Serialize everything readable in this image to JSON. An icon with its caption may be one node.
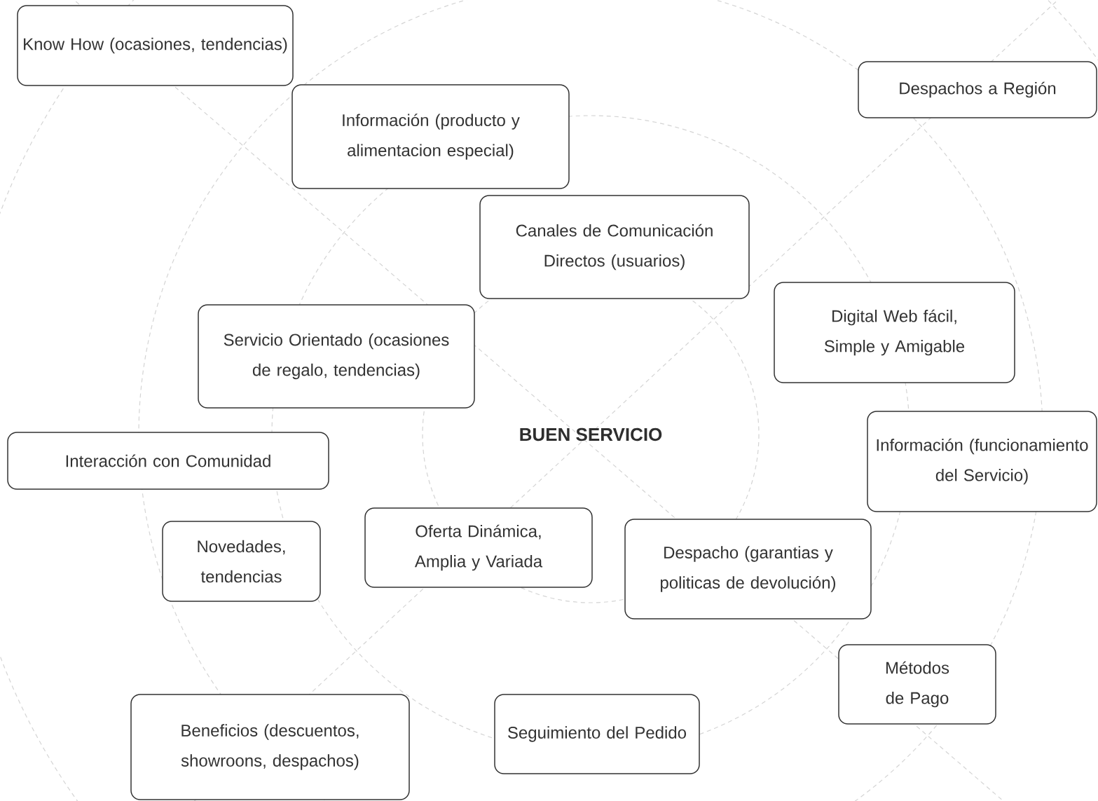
{
  "diagram": {
    "title": "BUEN SERVICIO",
    "nodes": [
      {
        "text": [
          "Know How (ocasiones, tendencias)"
        ]
      },
      {
        "text": [
          "Información (producto y alimentacion especial)"
        ]
      },
      {
        "text": [
          "Canales de Comunicación Directos (usuarios)"
        ]
      },
      {
        "text": [
          "Despachos a Región"
        ]
      },
      {
        "text": [
          "Digital Web fácil, Simple y Amigable"
        ]
      },
      {
        "text": [
          "Servicio Orientado (ocasiones de regalo, tendencias)"
        ]
      },
      {
        "text": [
          "Interacción con Comunidad"
        ]
      },
      {
        "text": [
          "Información (funcionamiento del Servicio)"
        ]
      },
      {
        "text": [
          "Novedades, tendencias"
        ]
      },
      {
        "text": [
          "Oferta Dinámica, Amplia y Variada"
        ]
      },
      {
        "text": [
          "Despacho (garantias y politicas de devolución)"
        ]
      },
      {
        "text": [
          "Métodos de Pago"
        ]
      },
      {
        "text": [
          "Beneficios (descuentos, showroons, despachos)"
        ]
      },
      {
        "text": [
          "Seguimiento del Pedido"
        ]
      }
    ]
  }
}
